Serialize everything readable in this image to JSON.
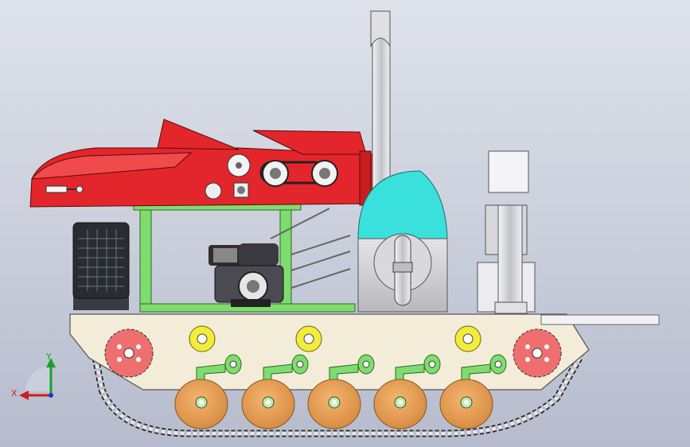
{
  "viewport": {
    "background_top": "#dfe2ea",
    "background_bottom": "#b6bccd"
  },
  "triad": {
    "x_label": "X",
    "y_label": "Y",
    "x_color": "#cc1f1f",
    "y_color": "#17a12e",
    "z_color": "#2233cc"
  },
  "machine": {
    "hopper_color": "#e3262b",
    "frame_color": "#7fdc6e",
    "hull_color": "#f3ecd8",
    "drive_sprocket_color": "#ef6f6f",
    "road_wheel_color": "#e8a25a",
    "idler_color": "#f2ec3a",
    "fan_housing_color": "#39e0dc",
    "motor_body_color": "#ececf0",
    "track_color": "#d9d9d9",
    "radiator_color": "#2a2c33",
    "road_wheel_count": 5,
    "idler_count": 3,
    "axle_count": 5
  }
}
